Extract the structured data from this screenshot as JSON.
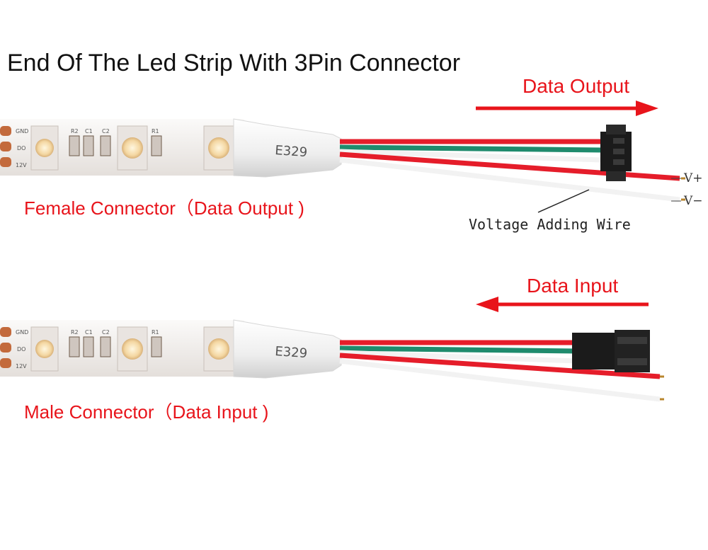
{
  "title": "End Of The Led Strip With 3Pin Connector",
  "top_section": {
    "arrow_label": "Data Output",
    "connector_label": "Female Connector（Data Output )",
    "wire_note": "Voltage Adding Wire",
    "vplus": "V+",
    "vminus": "V−",
    "strip_marking": "E329"
  },
  "bottom_section": {
    "arrow_label": "Data Input",
    "connector_label": "Male Connector（Data Input )",
    "strip_marking": "E329"
  },
  "pcb_labels": [
    "GND",
    "DO",
    "12V",
    "R2",
    "C1",
    "C2",
    "R1"
  ],
  "colors": {
    "accent_red": "#e8141b",
    "wire_red": "#e51d2a",
    "wire_green": "#1f8b6d",
    "wire_white": "#f2f2f2",
    "strip": "#f3f0ee",
    "connector": "#1b1b1b"
  }
}
